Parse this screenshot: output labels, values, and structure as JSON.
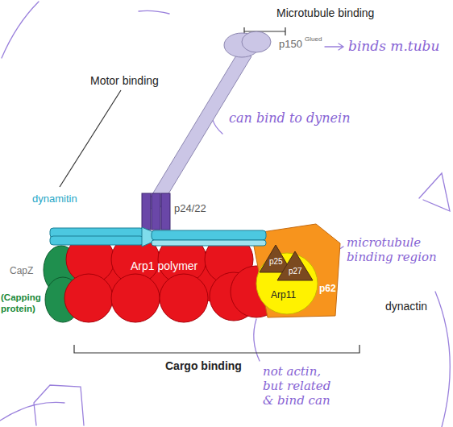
{
  "diagram": {
    "nodes": [
      {
        "text": [
          "p150",
          "Glued"
        ]
      },
      {
        "text": [
          "p24/22"
        ]
      },
      {
        "text": [
          "dynamitin"
        ]
      },
      {
        "text": [
          "CapZ",
          "(Capping protein)"
        ]
      },
      {
        "text": [
          "Arp1 polymer"
        ]
      },
      {
        "text": [
          "p25"
        ]
      },
      {
        "text": [
          "p27"
        ]
      },
      {
        "text": [
          "p62"
        ]
      },
      {
        "text": [
          "Arp11"
        ]
      }
    ],
    "labels": [
      "Microtubule binding",
      "binds m.tubu",
      "Motor binding",
      "can bind to dynein",
      "microtubule binding region",
      "dynactin",
      "Cargo binding",
      "not actin, but related & bind can"
    ]
  }
}
